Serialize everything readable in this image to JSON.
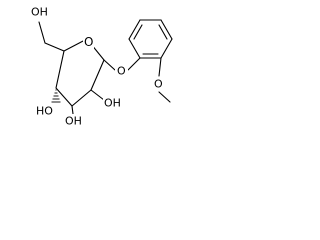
{
  "structure": {
    "atoms": {
      "c6_hydroxyl": "OH",
      "ring_oxygen": "O",
      "glycosidic_oxygen": "O",
      "methoxy_oxygen": "O",
      "c2_hydroxyl": "OH",
      "c3_hydroxyl": "OH",
      "c4_hydroxyl": "HO"
    }
  }
}
